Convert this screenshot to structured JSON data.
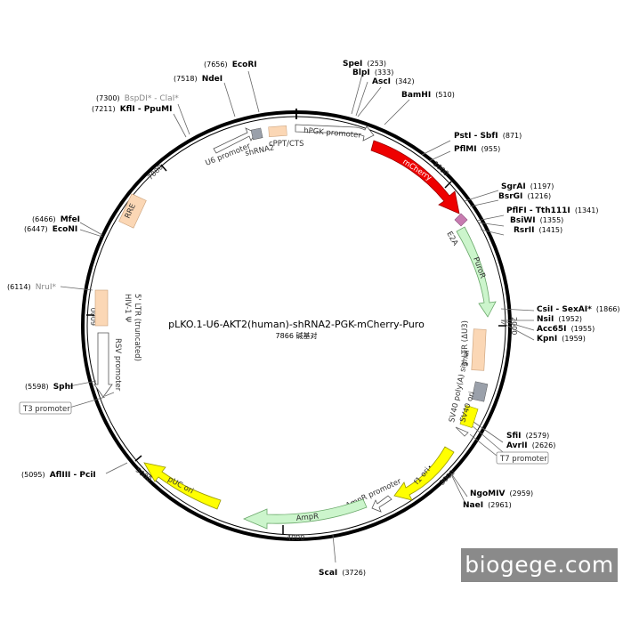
{
  "plasmid": {
    "name": "pLKO.1-U6-AKT2(human)-shRNA2-PGK-mCherry-Puro",
    "size_text": "7866 碱基对",
    "total_bp": 7866
  },
  "scale_ticks": [
    {
      "bp": 1000,
      "label": "1000"
    },
    {
      "bp": 2000,
      "label": "2000"
    },
    {
      "bp": 3000,
      "label": "3000"
    },
    {
      "bp": 4000,
      "label": "4000"
    },
    {
      "bp": 5000,
      "label": "5000"
    },
    {
      "bp": 6000,
      "label": "6000"
    },
    {
      "bp": 7000,
      "label": "7000"
    }
  ],
  "sites": [
    {
      "name": "EcoRI",
      "pos": "(7656)",
      "bp": 7656,
      "grey": false
    },
    {
      "name": "NdeI",
      "pos": "(7518)",
      "bp": 7518,
      "grey": false
    },
    {
      "name": "BspDI* - ClaI*",
      "pos": "(7300)",
      "bp": 7300,
      "grey": true
    },
    {
      "name": "KflI - PpuMI",
      "pos": "(7211)",
      "bp": 7211,
      "grey": false
    },
    {
      "name": "SpeI",
      "pos": "(253)",
      "bp": 253,
      "grey": false
    },
    {
      "name": "BlpI",
      "pos": "(333)",
      "bp": 333,
      "grey": false
    },
    {
      "name": "AscI",
      "pos": "(342)",
      "bp": 342,
      "grey": false
    },
    {
      "name": "BamHI",
      "pos": "(510)",
      "bp": 510,
      "grey": false
    },
    {
      "name": "PstI - SbfI",
      "pos": "(871)",
      "bp": 871,
      "grey": false
    },
    {
      "name": "PflMI",
      "pos": "(955)",
      "bp": 955,
      "grey": false
    },
    {
      "name": "SgrAI",
      "pos": "(1197)",
      "bp": 1197,
      "grey": false
    },
    {
      "name": "BsrGI",
      "pos": "(1216)",
      "bp": 1216,
      "grey": false
    },
    {
      "name": "PflFI - Tth111I",
      "pos": "(1341)",
      "bp": 1341,
      "grey": false
    },
    {
      "name": "BsiWI",
      "pos": "(1355)",
      "bp": 1355,
      "grey": false
    },
    {
      "name": "RsrII",
      "pos": "(1415)",
      "bp": 1415,
      "grey": false
    },
    {
      "name": "CsiI - SexAI*",
      "pos": "(1866)",
      "bp": 1866,
      "grey": false
    },
    {
      "name": "NsiI",
      "pos": "(1952)",
      "bp": 1952,
      "grey": false
    },
    {
      "name": "Acc65I",
      "pos": "(1955)",
      "bp": 1955,
      "grey": false
    },
    {
      "name": "KpnI",
      "pos": "(1959)",
      "bp": 1959,
      "grey": false
    },
    {
      "name": "SfiI",
      "pos": "(2579)",
      "bp": 2579,
      "grey": false
    },
    {
      "name": "AvrII",
      "pos": "(2626)",
      "bp": 2626,
      "grey": false
    },
    {
      "name": "NgoMIV",
      "pos": "(2959)",
      "bp": 2959,
      "grey": false
    },
    {
      "name": "NaeI",
      "pos": "(2961)",
      "bp": 2961,
      "grey": false
    },
    {
      "name": "ScaI",
      "pos": "(3726)",
      "bp": 3726,
      "grey": false
    },
    {
      "name": "AflIII - PciI",
      "pos": "(5095)",
      "bp": 5095,
      "grey": false
    },
    {
      "name": "SphI",
      "pos": "(5598)",
      "bp": 5598,
      "grey": false
    },
    {
      "name": "NruI*",
      "pos": "(6114)",
      "bp": 6114,
      "grey": true
    },
    {
      "name": "EcoNI",
      "pos": "(6447)",
      "bp": 6447,
      "grey": false
    },
    {
      "name": "MfeI",
      "pos": "(6466)",
      "bp": 6466,
      "grey": false
    }
  ],
  "features": [
    {
      "name": "mCherry",
      "color": "#ee0000"
    },
    {
      "name": "PuroR",
      "color": "#ccf5cc"
    },
    {
      "name": "hPGK promoter",
      "color": "#ffffff"
    },
    {
      "name": "U6 promoter",
      "color": "#ffffff"
    },
    {
      "name": "shRNA2",
      "color": "#9aa0aa"
    },
    {
      "name": "cPPT/CTS",
      "color": "#fbd7b5"
    },
    {
      "name": "RRE",
      "color": "#fbd7b5"
    },
    {
      "name": "E2A",
      "color": "#c77bb0"
    },
    {
      "name": "3' LTR (ΔU3)",
      "color": "#fbd7b5"
    },
    {
      "name": "SV40 poly(A) signal",
      "color": "#9aa0aa"
    },
    {
      "name": "SV40 ori",
      "color": "#ffff00"
    },
    {
      "name": "f1 ori",
      "color": "#ffff00"
    },
    {
      "name": "AmpR promoter",
      "color": "#ffffff"
    },
    {
      "name": "AmpR",
      "color": "#ccf5cc"
    },
    {
      "name": "pUC ori",
      "color": "#ffff00"
    },
    {
      "name": "5' LTR (truncated)",
      "color": "#fbd7b5"
    },
    {
      "name": "HIV-1 Ψ",
      "color": "#ffffff"
    },
    {
      "name": "RSV promoter",
      "color": "#ffffff"
    }
  ],
  "primers": [
    "T3 promoter",
    "T7 promoter"
  ],
  "watermark": "biogege.com"
}
